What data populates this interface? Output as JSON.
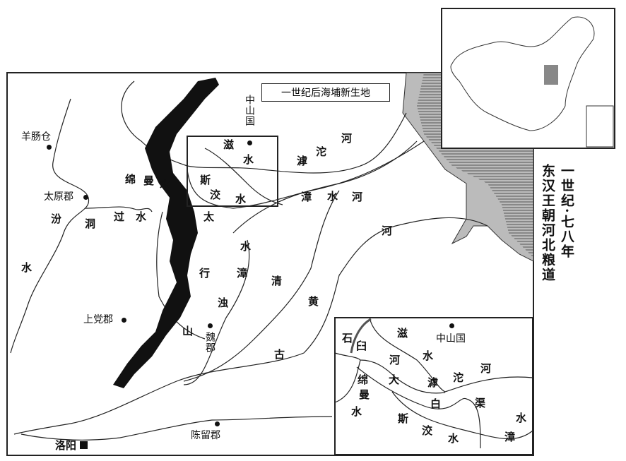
{
  "title": {
    "line1": "一世纪·七八年",
    "line2": "东汉王朝河北粮道"
  },
  "callout": "一世纪后海埔新生地",
  "places": {
    "yangchangcang": "羊肠仓",
    "taiyuan": "太原郡",
    "shangdang": "上党郡",
    "wei": "魏郡",
    "chenliu": "陈留郡",
    "luoyang": "洛阳",
    "zhongshan": "中山国"
  },
  "rivers": {
    "fen": [
      "汾",
      "水"
    ],
    "tongguo": [
      "洞",
      "过",
      "水"
    ],
    "mianman": [
      "绵",
      "曼",
      "水"
    ],
    "zi": [
      "滋",
      "水"
    ],
    "sijiao": [
      "斯",
      "洨",
      "水"
    ],
    "hutuo": [
      "滹",
      "沱",
      "河"
    ],
    "zhangshuihe": [
      "漳",
      "水",
      "河"
    ],
    "he": "河",
    "zhang2": [
      "水",
      "漳"
    ],
    "qing": [
      "清"
    ],
    "zhuo": "浊",
    "huang": "黄",
    "gu": "古"
  },
  "mountains": [
    "太",
    "行",
    "山"
  ],
  "inset": {
    "zhongshan": "中山国",
    "shijiu": [
      "石",
      "臼",
      "河"
    ],
    "zi": [
      "滋",
      "水"
    ],
    "hutuo": [
      "滹",
      "沱",
      "河"
    ],
    "mianman": [
      "绵",
      "曼",
      "水"
    ],
    "dabai": [
      "大",
      "白",
      "渠"
    ],
    "sijiao": [
      "斯",
      "洨",
      "水"
    ],
    "zhang": [
      "水",
      "漳"
    ]
  }
}
